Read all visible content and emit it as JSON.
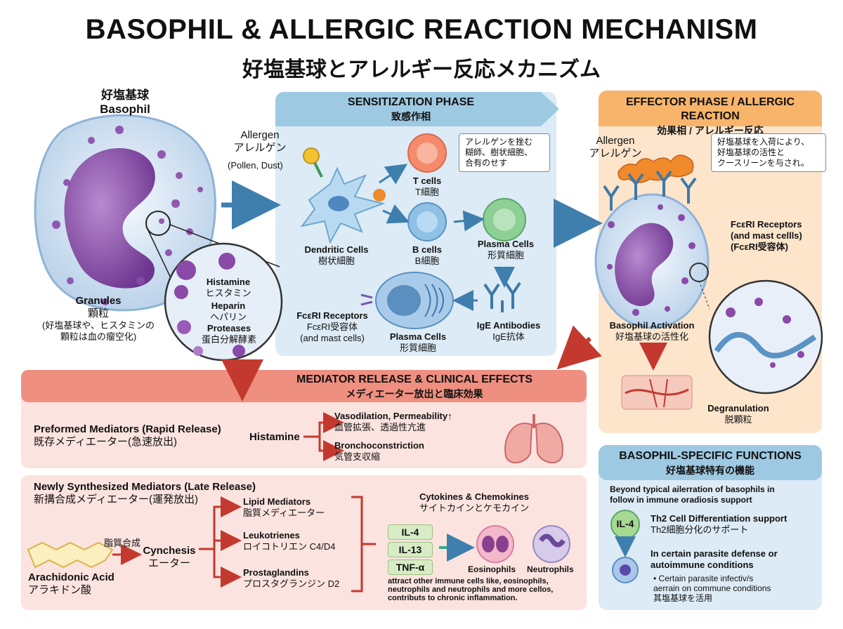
{
  "title": "BASOPHIL & ALLERGIC REACTION MECHANISM",
  "subtitle": "好塩基球とアレルギー反応メカニズム",
  "basophil": {
    "label_jp": "好塩基球",
    "label_en": "Basophil",
    "granules": "Granules",
    "granules_jp": "顆粒",
    "granules_note_1": "(好塩基球や、ヒスタミンの",
    "granules_note_2": "顆粒は血の瘤空化)",
    "histamine": "Histamine",
    "histamine_jp": "ヒスタミン",
    "heparin": "Heparin",
    "heparin_jp": "ヘパリン",
    "proteases": "Proteases",
    "proteases_jp": "蛋白分解酵素"
  },
  "sensitization": {
    "header": "SENSITIZATION PHASE",
    "header_jp": "致感作相",
    "allergen": "Allergen",
    "allergen_jp": "アレルゲン",
    "allergen_src": "(Pollen, Dust)",
    "note_1": "アレルゲンを挫む",
    "note_2": "糊師、樹状細胞、",
    "note_3": "合有のせす",
    "dendritic": "Dendritic Cells",
    "dendritic_jp": "樹状細胞",
    "tcells": "T cells",
    "tcells_jp": "T細胞",
    "bcells": "B cells",
    "bcells_jp": "B細胞",
    "plasma_top": "Plasma Cells",
    "plasma_top_jp": "形質細胞",
    "receptor": "FcεRI Receptors",
    "receptor_jp": "FcεRI受容体",
    "receptor_extra": "(and mast cells)",
    "plasma_bottom": "Plasma Cells",
    "plasma_bottom_jp": "形質細胞",
    "ige": "IgE Antibodies",
    "ige_jp": "IgE抗体"
  },
  "effector": {
    "header": "EFFECTOR PHASE / ALLERGIC REACTION",
    "header_jp": "効果相 / アレルギー反応",
    "allergen": "Allergen",
    "allergen_jp": "アレルゲン",
    "note_1": "好塩基球を入荷により、",
    "note_2": "好塩基球の活性と",
    "note_3": "クースリーンを与され。",
    "receptor": "FcεRI Receptors",
    "receptor_2": "(and mast cellls)",
    "receptor_jp": "(FcεRI受容体)",
    "activation": "Basophil Activation",
    "activation_jp": "好塩基球の活性化",
    "degran": "Degranulation",
    "degran_jp": "脱顆粒"
  },
  "mediator": {
    "header": "MEDIATOR RELEASE & CLINICAL EFFECTS",
    "header_jp": "メディエーター放出と臨床効果",
    "preformed": "Preformed Mediators (Rapid Release)",
    "preformed_jp": "既存メディエーター(急速放出)",
    "histamine": "Histamine",
    "vaso": "Vasodilation, Permeability↑",
    "vaso_jp": "血管拡張、透過性亢進",
    "broncho": "Bronchoconstriction",
    "broncho_jp": "気管支収縮",
    "newly": "Newly Synthesized Mediators (Late Release)",
    "newly_jp": "新搆合成メディエーター(運発放出)",
    "lipid_syn": "脂質合成",
    "arachidonic": "Arachidonic Acid",
    "arachidonic_jp": "アラキドン酸",
    "synthesis": "Cynchesis",
    "synthesis_jp": "エーター",
    "lipid": "Lipid Mediators",
    "lipid_jp": "脂質メディエーター",
    "leuko": "Leukotrienes",
    "leuko_jp": "ロイコトリエン C4/D4",
    "prosta": "Prostaglandins",
    "prosta_jp": "プロスタグランジン D2",
    "cyto": "Cytokines & Chemokines",
    "cyto_jp": "サイトカインとケモカイン",
    "il4": "IL-4",
    "il13": "IL-13",
    "tnf": "TNF-α",
    "eos": "Eosinophils",
    "neut": "Neutrophils",
    "attract_1": "attract other immune cells like, eosinophils,",
    "attract_2": "neutrophils and neutrophils and more cellos,",
    "attract_3": "contributs to chronic inflammation."
  },
  "functions": {
    "header": "BASOPHIL-SPECIFIC FUNCTIONS",
    "header_jp": "好塩基球特有の機能",
    "intro_1": "Beyond typical ailerration of basophils in",
    "intro_2": "follow in immune oradiosis support",
    "il4": "IL-4",
    "th2": "Th2 Cell Differentiation support",
    "th2_jp": "Th2細胞分化のサポート",
    "parasite_1": "In certain parasite defense or",
    "parasite_2": "autoimmune conditions",
    "bullet_1": "• Certain parasite infectiv/s",
    "bullet_2": "aerrain on commune conditions",
    "bullet_3": "其塩基球を活用"
  },
  "colors": {
    "blue_panel": "#dcebf5",
    "blue_header": "#9ec9e2",
    "orange_panel": "#fde5cc",
    "orange_header": "#f7b46a",
    "red_header": "#ef8f80",
    "pink_panel": "#fbe3df",
    "arrow_red": "#c4392f",
    "arrow_blue": "#3f7fae",
    "cell_purple": "#7a3f98"
  }
}
